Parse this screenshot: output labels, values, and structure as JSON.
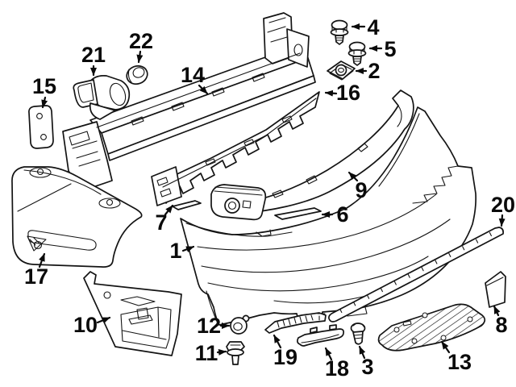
{
  "diagram": {
    "background_color": "#ffffff",
    "line_color": "#141414",
    "label_color": "#0a0a0a",
    "callouts": {
      "n1": {
        "label": "1"
      },
      "n2": {
        "label": "2"
      },
      "n3": {
        "label": "3"
      },
      "n4": {
        "label": "4"
      },
      "n5": {
        "label": "5"
      },
      "n6": {
        "label": "6"
      },
      "n7": {
        "label": "7"
      },
      "n8": {
        "label": "8"
      },
      "n9": {
        "label": "9"
      },
      "n10": {
        "label": "10"
      },
      "n11": {
        "label": "11"
      },
      "n12": {
        "label": "12"
      },
      "n13": {
        "label": "13"
      },
      "n14": {
        "label": "14"
      },
      "n15": {
        "label": "15"
      },
      "n16": {
        "label": "16"
      },
      "n17": {
        "label": "17"
      },
      "n18": {
        "label": "18"
      },
      "n19": {
        "label": "19"
      },
      "n20": {
        "label": "20"
      },
      "n21": {
        "label": "21"
      },
      "n22": {
        "label": "22"
      }
    }
  }
}
